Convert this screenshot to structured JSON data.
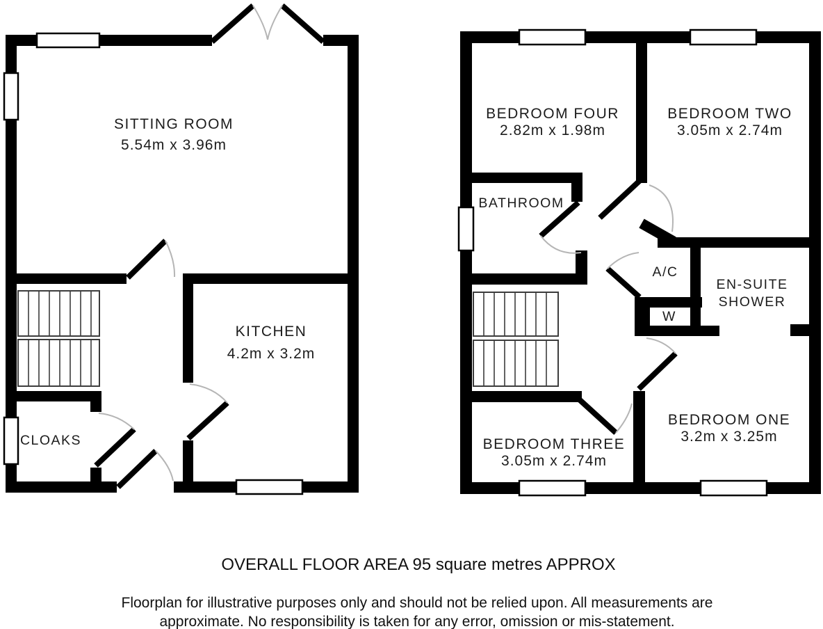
{
  "colors": {
    "wall": "#000000",
    "arc": "#b5b5b5",
    "stair": "#3c3c3c",
    "label": "#1c1c1c",
    "footer": "#111111",
    "bg": "#ffffff"
  },
  "ground": {
    "sitting_room": {
      "label": "SITTING ROOM",
      "dims": "5.54m x 3.96m"
    },
    "kitchen": {
      "label": "KITCHEN",
      "dims": "4.2m x 3.2m"
    },
    "cloaks": {
      "label": "CLOAKS"
    }
  },
  "first": {
    "bedroom_four": {
      "label": "BEDROOM FOUR",
      "dims": "2.82m x 1.98m"
    },
    "bedroom_two": {
      "label": "BEDROOM TWO",
      "dims": "3.05m x 2.74m"
    },
    "bathroom": {
      "label": "BATHROOM"
    },
    "airing_cupboard": {
      "label": "A/C"
    },
    "wardrobe": {
      "label": "W"
    },
    "ensuite": {
      "label_line1": "EN-SUITE",
      "label_line2": "SHOWER"
    },
    "bedroom_three": {
      "label": "BEDROOM THREE",
      "dims": "3.05m x 2.74m"
    },
    "bedroom_one": {
      "label": "BEDROOM ONE",
      "dims": "3.2m x 3.25m"
    }
  },
  "footer": {
    "area_line": "OVERALL FLOOR AREA 95 square metres APPROX",
    "disclaimer_line1": "Floorplan for illustrative purposes only and should not be relied upon. All measurements are",
    "disclaimer_line2": "approximate. No responsibility is taken for any error, omission or mis-statement."
  }
}
